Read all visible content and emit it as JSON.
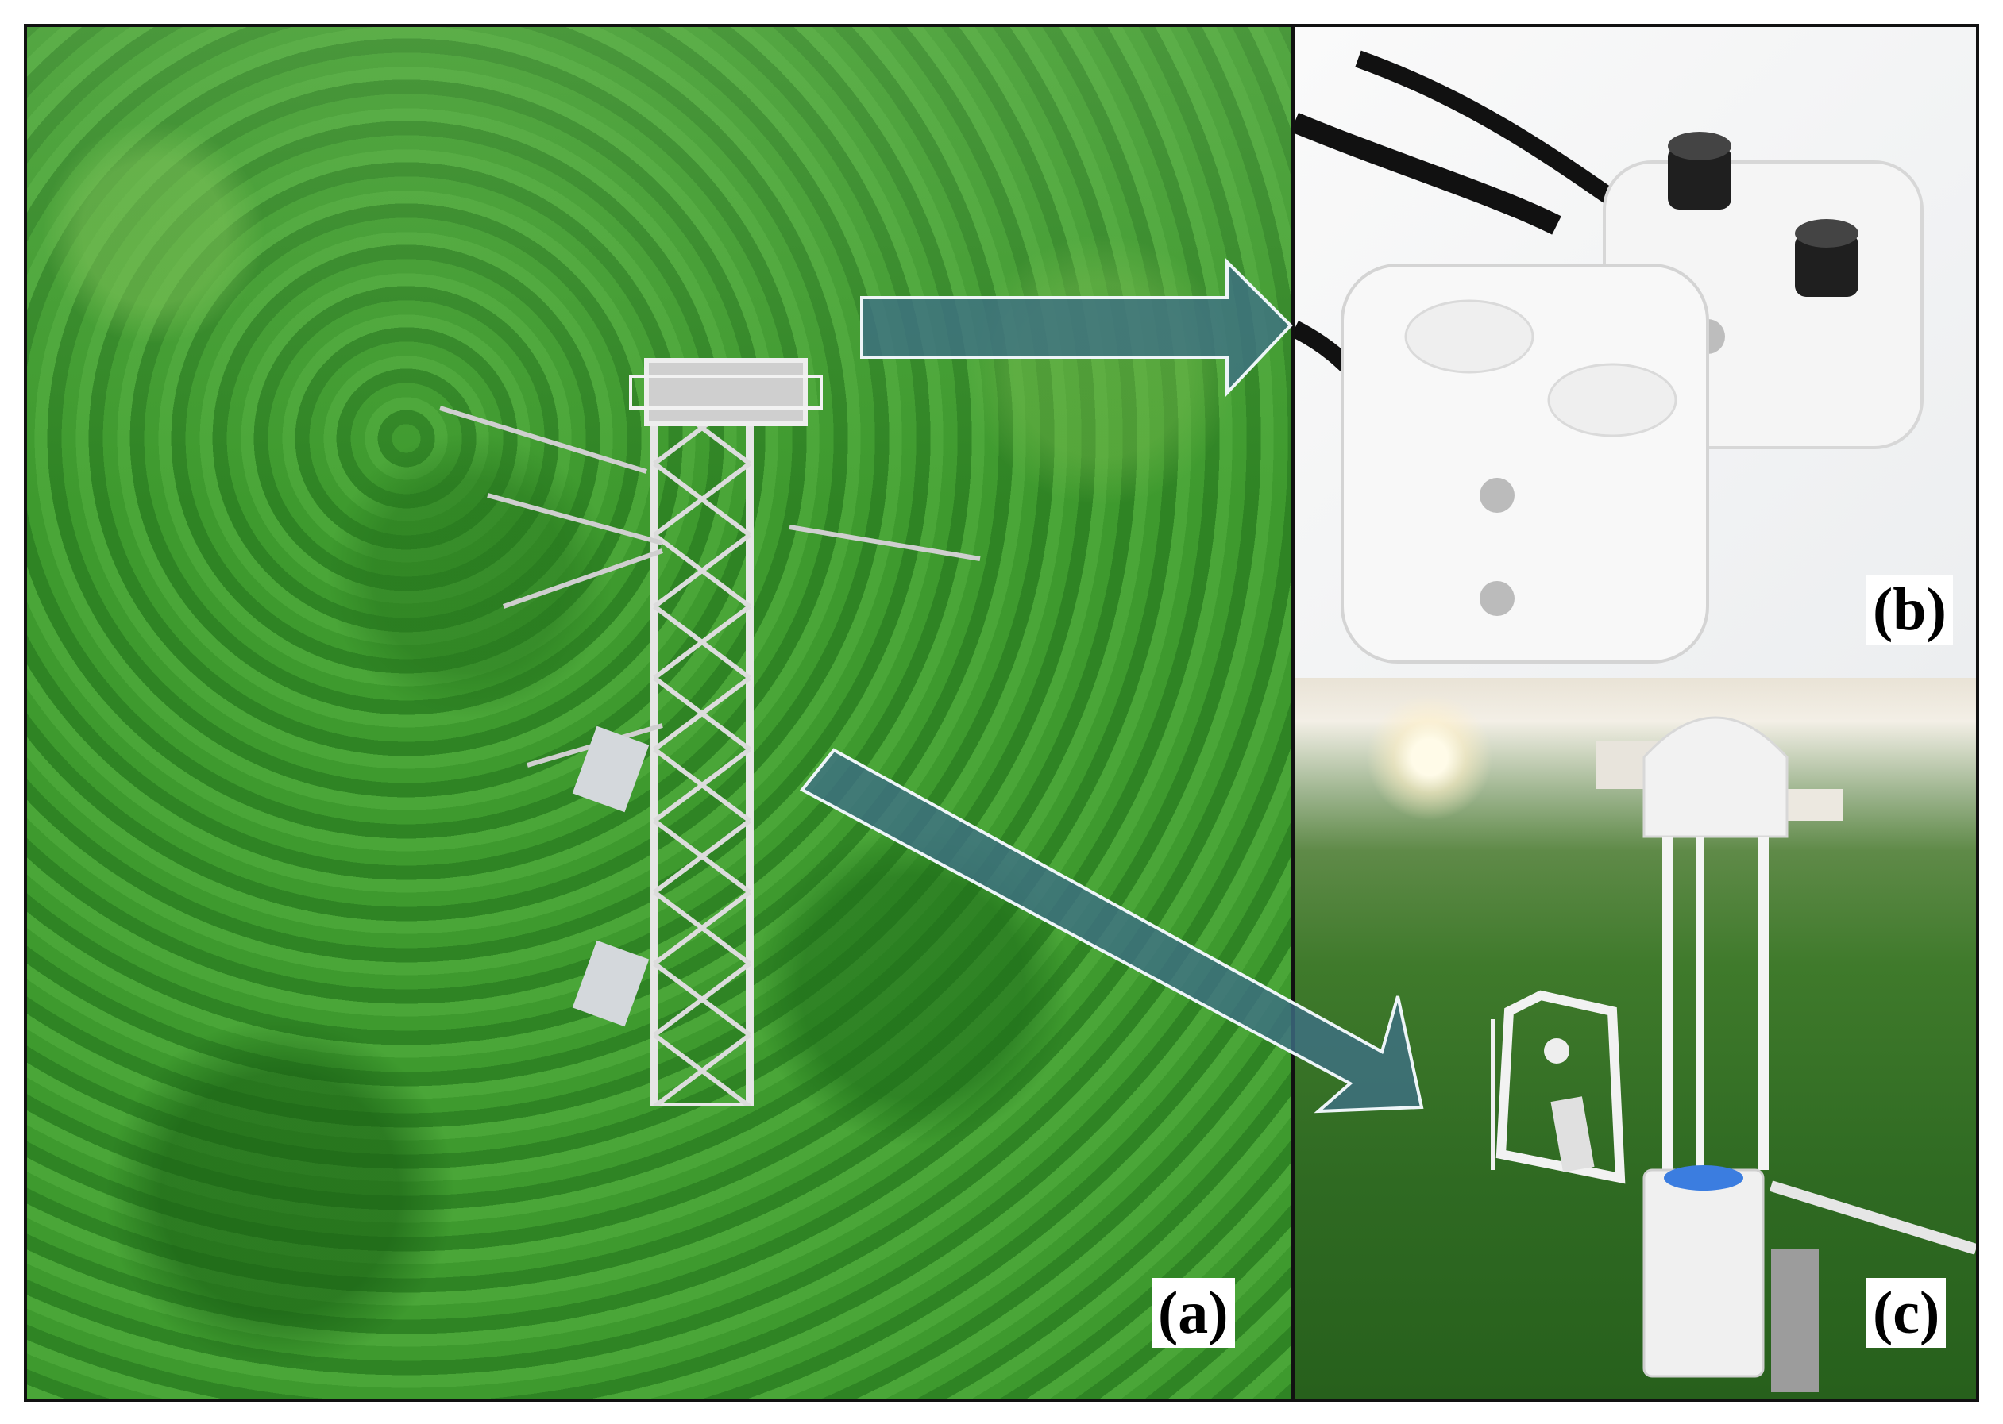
{
  "panels": {
    "a": {
      "label": "(a)"
    },
    "b": {
      "label": "(b)"
    },
    "c": {
      "label": "(c)"
    }
  },
  "colors": {
    "frame": "#111111",
    "arrow": "#3f6f86",
    "canopy": "#3a922a",
    "sensor_body": "#f4f4f4"
  },
  "icons": [
    "flux-tower",
    "ultrasonic-sensor-pair",
    "eddy-covariance-instrument",
    "arrow-right"
  ]
}
